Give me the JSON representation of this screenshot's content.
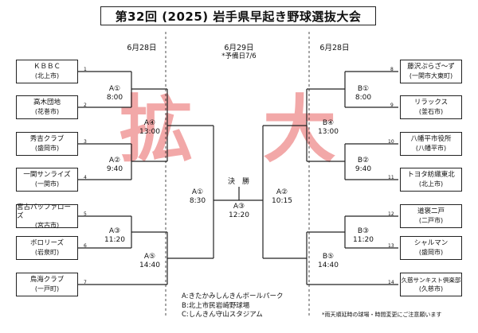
{
  "title": "第32回 (2025) 岩手県早起き野球選抜大会",
  "dates": {
    "left": "6月28日",
    "center": "6月29日",
    "center_note": "*予備日7/6",
    "right": "6月28日"
  },
  "left_teams": [
    {
      "seed": "1",
      "name": "ＫＢＢＣ",
      "city": "(北上市)"
    },
    {
      "seed": "2",
      "name": "高木団地",
      "city": "(花巻市)"
    },
    {
      "seed": "3",
      "name": "秀吉クラブ",
      "city": "(盛岡市)"
    },
    {
      "seed": "4",
      "name": "一関サンライズ",
      "city": "(一関市)"
    },
    {
      "seed": "5",
      "name": "宮古パッファローズ",
      "city": "(宮古市)"
    },
    {
      "seed": "6",
      "name": "ボロリーズ",
      "city": "(岩泉町)"
    },
    {
      "seed": "7",
      "name": "鳥海クラブ",
      "city": "(一戸町)"
    }
  ],
  "right_teams": [
    {
      "seed": "8",
      "name": "藤沢ぷらざ～ず",
      "city": "(一関市大東町)"
    },
    {
      "seed": "9",
      "name": "リラックス",
      "city": "(釜石市)"
    },
    {
      "seed": "10",
      "name": "八幡平市役所",
      "city": "(八幡平市)"
    },
    {
      "seed": "11",
      "name": "トヨタ紡織東北",
      "city": "(北上市)"
    },
    {
      "seed": "12",
      "name": "道褒二戸",
      "city": "(二戸市)"
    },
    {
      "seed": "13",
      "name": "シャルマン",
      "city": "(盛岡市)"
    },
    {
      "seed": "14",
      "name": "久慈サンキスト倶楽部",
      "city": "(久慈市)"
    }
  ],
  "games": {
    "a1": {
      "label": "A①",
      "time": "8:00"
    },
    "a2": {
      "label": "A②",
      "time": "9:40"
    },
    "a3": {
      "label": "A③",
      "time": "11:20"
    },
    "a4": {
      "label": "A④",
      "time": "13:00"
    },
    "a5": {
      "label": "A⑤",
      "time": "14:40"
    },
    "b1": {
      "label": "B①",
      "time": "8:00"
    },
    "b2": {
      "label": "B②",
      "time": "9:40"
    },
    "b3": {
      "label": "B③",
      "time": "11:20"
    },
    "b4": {
      "label": "B④",
      "time": "13:00"
    },
    "b5": {
      "label": "B⑤",
      "time": "14:40"
    },
    "sa1": {
      "label": "A①",
      "time": "8:30"
    },
    "sa2": {
      "label": "A②",
      "time": "10:15"
    },
    "fa3": {
      "label": "A③",
      "time": "12:20"
    }
  },
  "final_label": "決　勝",
  "venues": [
    "A:きたかみしんきんボールパーク",
    "B:北上市民岩崎野球場",
    "C:しんきん守山スタジアム"
  ],
  "footnote": "*雨天順延時の球場・時間変更にご注意願います",
  "watermark": {
    "left": "拡",
    "right": "大"
  },
  "colors": {
    "watermark": "#ec7a7a",
    "line": "#222222"
  }
}
